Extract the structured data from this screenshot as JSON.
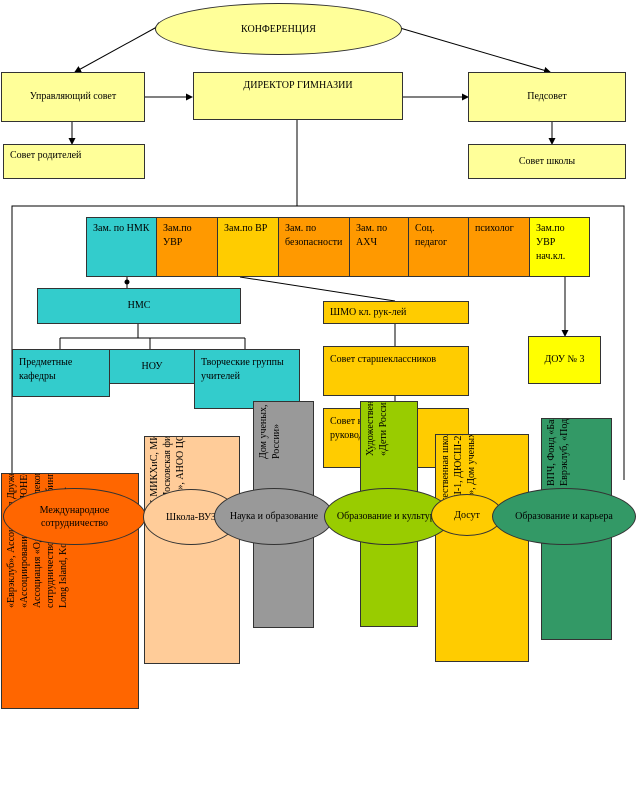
{
  "top": {
    "conference": "КОНФЕРЕНЦИЯ",
    "governing_council": "Управляющий совет",
    "director": "ДИРЕКТОР  ГИМНАЗИИ",
    "teachers_council": "Педсовет",
    "parents_council": "Совет родителей",
    "school_council": "Совет школы"
  },
  "deputies": [
    "Зам. по НМК",
    "Зам.по УВР",
    "Зам.по ВР",
    "Зам. по безопасности",
    "Зам. по АХЧ",
    "Соц. педагог",
    "психолог",
    "Зам.по УВР нач.кл."
  ],
  "units": {
    "nms": "НМС",
    "subject_depts": "Предметные кафедры",
    "nou": "НОУ",
    "creative_groups": "Творческие группы учителей",
    "shmo": "ШМО кл. рук-лей",
    "senior_council": "Совет старшеклассников",
    "class_council": "Совет классных руководителей",
    "dou": "ДОУ № 3"
  },
  "directions": [
    "Международное сотрудничество",
    "Школа-ВУЗ",
    "Наука и образование",
    "Образование и культура",
    "Досут",
    "Образование и карьера"
  ],
  "partners": [
    "«Еврэклуб», Ассоциация Дружеств городов, «Ассоциирование школы ЮНЕСКО», Российская Ассоциация «Одиссей», телекоммуникационное сотрудничество Англия г.Абингдон, ит.Нью-Йорк Long Island, Konschenbroich.",
    "МПГУ, МИКХиС, МИРЭА, МГУ, ИИН, МАОК, НОУ «Московская финансово-промышленная академия», АНОО ЦО «Колледж «Перспектива»",
    "Дом ученых, ИЭ РАН, Фонд «Байтик», «Дети России»",
    "Художественная школа, Музыкальная школа, «Дети России», Дом ученых",
    "Художественная школа, Музыкальная школа, ДЮСШ-1, ДЮСШ-2, спортивные клубы, «Дети России», Дом ученых, Дом творчества, Еврэклуб",
    "ВПЧ, Фонд «Байтик», Дом ученых, ЕЖ, Еврэклуб, «Подросток»"
  ],
  "colors": {
    "yellow": "#ffff99",
    "cyan": "#33cccc",
    "orange": "#ff9900",
    "gold": "#ffcc00",
    "bright_yellow": "#ffff00",
    "light_orange": "#ffcc99",
    "gray": "#999999",
    "green": "#99cc00",
    "dark_green": "#339966",
    "red_orange": "#ff6600"
  }
}
